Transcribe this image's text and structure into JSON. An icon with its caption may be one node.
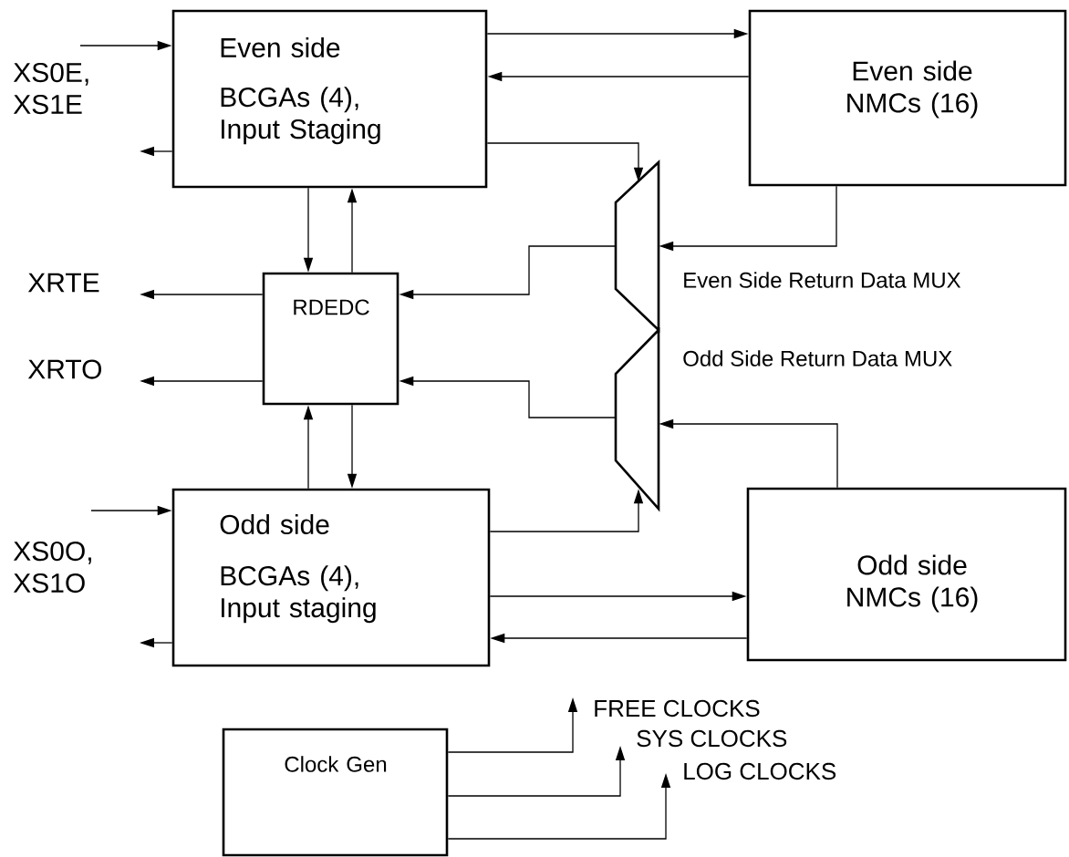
{
  "diagram": {
    "nodes": [
      {
        "text": [
          "Even side",
          "BCGAs (4), Input Staging"
        ]
      },
      {
        "text": [
          "Even side NMCs (16)"
        ]
      },
      {
        "text": [
          "RDEDC"
        ]
      },
      {
        "text": [
          "Odd side",
          "BCGAs (4), Input staging"
        ]
      },
      {
        "text": [
          "Odd side NMCs (16)"
        ]
      },
      {
        "text": [
          "Clock Gen"
        ]
      },
      {
        "text": [],
        "shape": "trapezoid",
        "beside": [
          "Even Side Return Data MUX"
        ]
      },
      {
        "text": [],
        "shape": "trapezoid",
        "beside": [
          "Odd Side Return Data MUX"
        ]
      },
      {
        "text": [
          "FREE CLOCKS"
        ]
      },
      {
        "text": [
          "SYS CLOCKS"
        ]
      },
      {
        "text": [
          "LOG CLOCKS"
        ]
      }
    ],
    "edges": [
      {
        "from": null,
        "to": 0,
        "arrow": "to"
      },
      {
        "from": 0,
        "to": null,
        "arrow": "to"
      },
      {
        "from": 0,
        "to": 1,
        "arrow": "to"
      },
      {
        "from": 1,
        "to": 0,
        "arrow": "to"
      },
      {
        "from": 0,
        "to": 6,
        "arrow": "to"
      },
      {
        "from": 0,
        "to": 2,
        "arrow": "to"
      },
      {
        "from": 2,
        "to": 0,
        "arrow": "to"
      },
      {
        "from": 1,
        "to": 6,
        "arrow": "to"
      },
      {
        "from": 6,
        "to": 2,
        "arrow": "to"
      },
      {
        "from": 2,
        "to": null,
        "arrow": "to"
      },
      {
        "from": 2,
        "to": null,
        "arrow": "to"
      },
      {
        "from": 7,
        "to": 2,
        "arrow": "to"
      },
      {
        "from": 4,
        "to": 7,
        "arrow": "to"
      },
      {
        "from": 3,
        "to": 2,
        "arrow": "to"
      },
      {
        "from": 2,
        "to": 3,
        "arrow": "to"
      },
      {
        "from": null,
        "to": 3,
        "arrow": "to"
      },
      {
        "from": 3,
        "to": null,
        "arrow": "to"
      },
      {
        "from": 3,
        "to": 7,
        "arrow": "to"
      },
      {
        "from": 3,
        "to": 4,
        "arrow": "to"
      },
      {
        "from": 4,
        "to": 3,
        "arrow": "to"
      },
      {
        "from": 5,
        "to": 8,
        "arrow": "to"
      },
      {
        "from": 5,
        "to": 9,
        "arrow": "to"
      },
      {
        "from": 5,
        "to": 10,
        "arrow": "to"
      }
    ],
    "labels": [
      "XS0E, XS1E",
      "XRTE",
      "XRTO",
      "XS0O, XS1O"
    ]
  }
}
